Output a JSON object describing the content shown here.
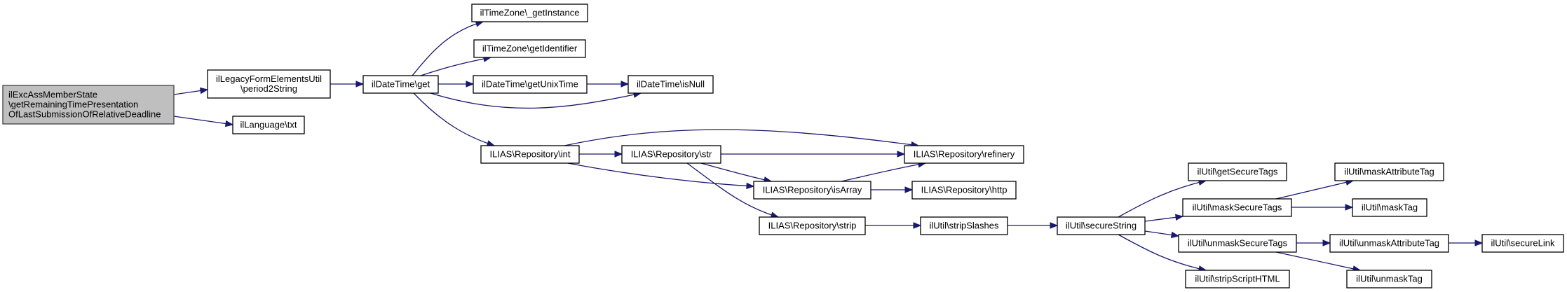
{
  "diagram": {
    "type": "call-graph",
    "colors": {
      "edge": "#191970",
      "root_fill": "#bfbfbf",
      "node_fill": "#ffffff",
      "node_border": "#000000"
    },
    "nodes": [
      {
        "id": "root",
        "lines": [
          "ilExcAssMemberState",
          "\\getRemainingTimePresentation",
          "OfLastSubmissionOfRelativeDeadline"
        ],
        "root": true
      },
      {
        "id": "period2String",
        "lines": [
          "ilLegacyFormElementsUtil",
          "\\period2String"
        ]
      },
      {
        "id": "txt",
        "lines": [
          "ilLanguage\\txt"
        ]
      },
      {
        "id": "dtget",
        "lines": [
          "ilDateTime\\get"
        ]
      },
      {
        "id": "getInstance",
        "lines": [
          "ilTimeZone\\_getInstance"
        ]
      },
      {
        "id": "getIdentifier",
        "lines": [
          "ilTimeZone\\getIdentifier"
        ]
      },
      {
        "id": "getUnixTime",
        "lines": [
          "ilDateTime\\getUnixTime"
        ]
      },
      {
        "id": "isNull",
        "lines": [
          "ilDateTime\\isNull"
        ]
      },
      {
        "id": "repoInt",
        "lines": [
          "ILIAS\\Repository\\int"
        ]
      },
      {
        "id": "repoStr",
        "lines": [
          "ILIAS\\Repository\\str"
        ]
      },
      {
        "id": "refinery",
        "lines": [
          "ILIAS\\Repository\\refinery"
        ]
      },
      {
        "id": "isArray",
        "lines": [
          "ILIAS\\Repository\\isArray"
        ]
      },
      {
        "id": "http",
        "lines": [
          "ILIAS\\Repository\\http"
        ]
      },
      {
        "id": "strip",
        "lines": [
          "ILIAS\\Repository\\strip"
        ]
      },
      {
        "id": "stripSlashes",
        "lines": [
          "ilUtil\\stripSlashes"
        ]
      },
      {
        "id": "secureString",
        "lines": [
          "ilUtil\\secureString"
        ]
      },
      {
        "id": "getSecureTags",
        "lines": [
          "ilUtil\\getSecureTags"
        ]
      },
      {
        "id": "maskSecureTags",
        "lines": [
          "ilUtil\\maskSecureTags"
        ]
      },
      {
        "id": "unmaskSecureTags",
        "lines": [
          "ilUtil\\unmaskSecureTags"
        ]
      },
      {
        "id": "stripScriptHTML",
        "lines": [
          "ilUtil\\stripScriptHTML"
        ]
      },
      {
        "id": "maskAttributeTag",
        "lines": [
          "ilUtil\\maskAttributeTag"
        ]
      },
      {
        "id": "maskTag",
        "lines": [
          "ilUtil\\maskTag"
        ]
      },
      {
        "id": "unmaskAttributeTag",
        "lines": [
          "ilUtil\\unmaskAttributeTag"
        ]
      },
      {
        "id": "secureLink",
        "lines": [
          "ilUtil\\secureLink"
        ]
      },
      {
        "id": "unmaskTag",
        "lines": [
          "ilUtil\\unmaskTag"
        ]
      }
    ],
    "edges": [
      {
        "from": "root",
        "to": "period2String"
      },
      {
        "from": "root",
        "to": "txt"
      },
      {
        "from": "period2String",
        "to": "dtget"
      },
      {
        "from": "dtget",
        "to": "getInstance"
      },
      {
        "from": "dtget",
        "to": "getIdentifier"
      },
      {
        "from": "dtget",
        "to": "getUnixTime"
      },
      {
        "from": "dtget",
        "to": "isNull"
      },
      {
        "from": "dtget",
        "to": "repoInt"
      },
      {
        "from": "getUnixTime",
        "to": "isNull"
      },
      {
        "from": "repoInt",
        "to": "repoStr"
      },
      {
        "from": "repoInt",
        "to": "refinery"
      },
      {
        "from": "repoInt",
        "to": "isArray"
      },
      {
        "from": "repoStr",
        "to": "refinery"
      },
      {
        "from": "repoStr",
        "to": "isArray"
      },
      {
        "from": "repoStr",
        "to": "strip"
      },
      {
        "from": "isArray",
        "to": "refinery"
      },
      {
        "from": "isArray",
        "to": "http"
      },
      {
        "from": "strip",
        "to": "stripSlashes"
      },
      {
        "from": "stripSlashes",
        "to": "secureString"
      },
      {
        "from": "secureString",
        "to": "getSecureTags"
      },
      {
        "from": "secureString",
        "to": "maskSecureTags"
      },
      {
        "from": "secureString",
        "to": "unmaskSecureTags"
      },
      {
        "from": "secureString",
        "to": "stripScriptHTML"
      },
      {
        "from": "maskSecureTags",
        "to": "maskAttributeTag"
      },
      {
        "from": "maskSecureTags",
        "to": "maskTag"
      },
      {
        "from": "unmaskSecureTags",
        "to": "unmaskAttributeTag"
      },
      {
        "from": "unmaskSecureTags",
        "to": "unmaskTag"
      },
      {
        "from": "unmaskAttributeTag",
        "to": "secureLink"
      }
    ]
  }
}
